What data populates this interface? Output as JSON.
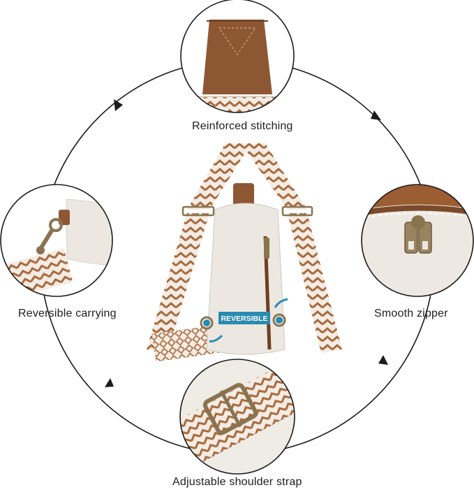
{
  "features": {
    "top": "Reinforced stitching",
    "left": "Reversible carrying",
    "right": "Smooth zipper",
    "bottom": "Adjustable shoulder strap"
  },
  "center_badge": "REVERSIBLE",
  "colors": {
    "strap_brown": "#a86a3c",
    "leather_brown": "#8b5530",
    "bag_cream": "#ece8e1",
    "badge_blue": "#2a8bb0",
    "hardware_bronze": "#8a7450",
    "outline": "#1b1b1b"
  }
}
